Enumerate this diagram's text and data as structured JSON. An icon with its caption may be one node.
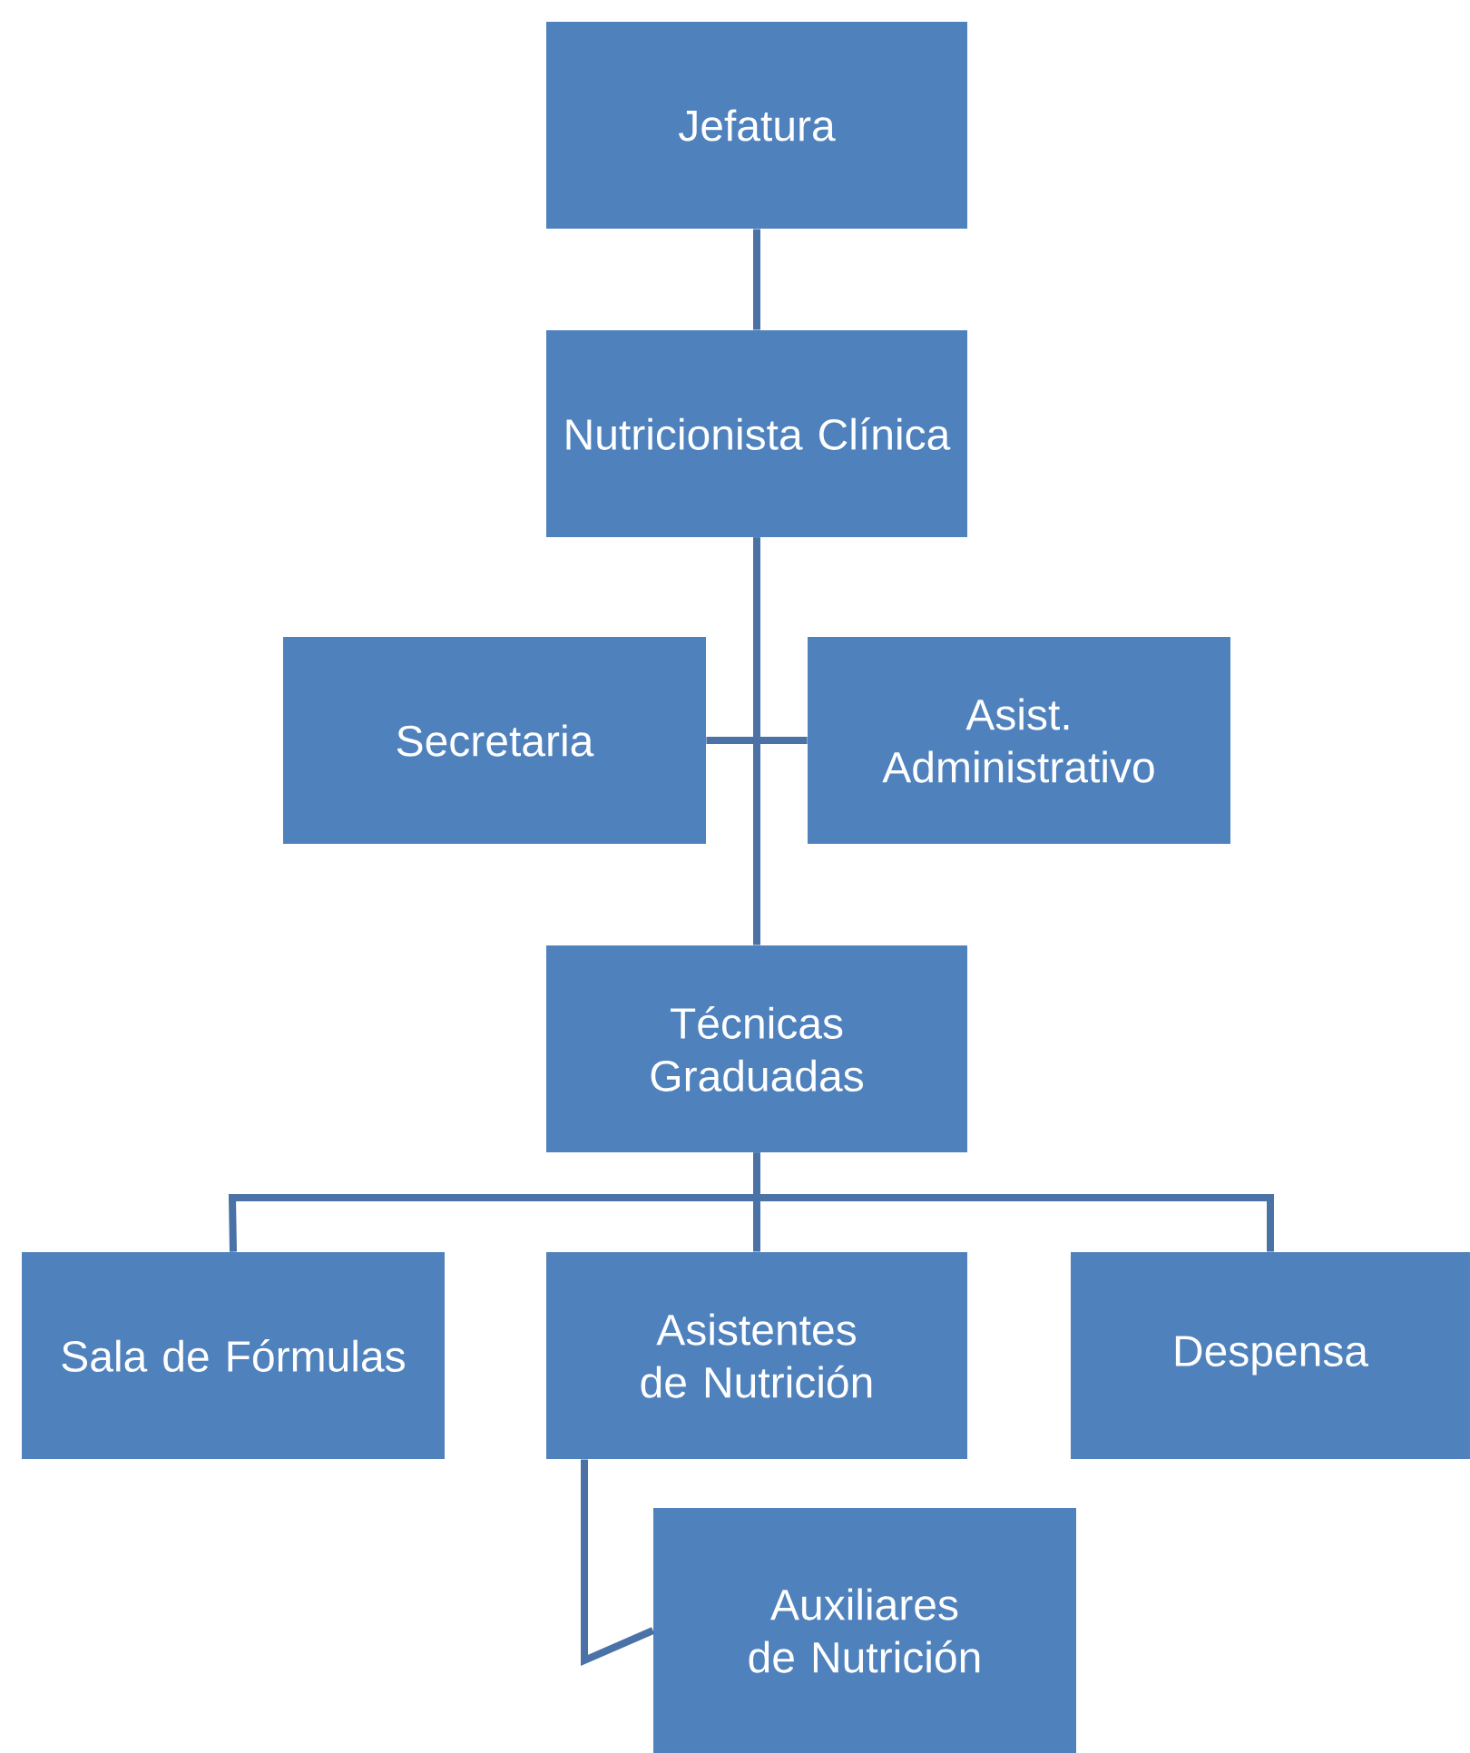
{
  "diagram": {
    "nodes": [
      {
        "text": [
          "Jefatura"
        ]
      },
      {
        "text": [
          "Nutricionista Clínica"
        ]
      },
      {
        "text": [
          "Secretaria"
        ]
      },
      {
        "text": [
          "Asist. Administrativo"
        ]
      },
      {
        "text": [
          "Técnicas Graduadas"
        ]
      },
      {
        "text": [
          "Sala de Fórmulas"
        ]
      },
      {
        "text": [
          "Asistentes de Nutrición"
        ]
      },
      {
        "text": [
          "Despensa"
        ]
      },
      {
        "text": [
          "Auxiliares de Nutrición"
        ]
      }
    ],
    "edges": [
      {
        "from": 0,
        "to": 1,
        "arrow": "none"
      },
      {
        "from": 1,
        "to": 2,
        "arrow": "none"
      },
      {
        "from": 1,
        "to": 3,
        "arrow": "none"
      },
      {
        "from": 1,
        "to": 4,
        "arrow": "none"
      },
      {
        "from": 4,
        "to": 5,
        "arrow": "none"
      },
      {
        "from": 4,
        "to": 6,
        "arrow": "none"
      },
      {
        "from": 4,
        "to": 7,
        "arrow": "none"
      },
      {
        "from": 6,
        "to": 8,
        "arrow": "none"
      }
    ]
  }
}
